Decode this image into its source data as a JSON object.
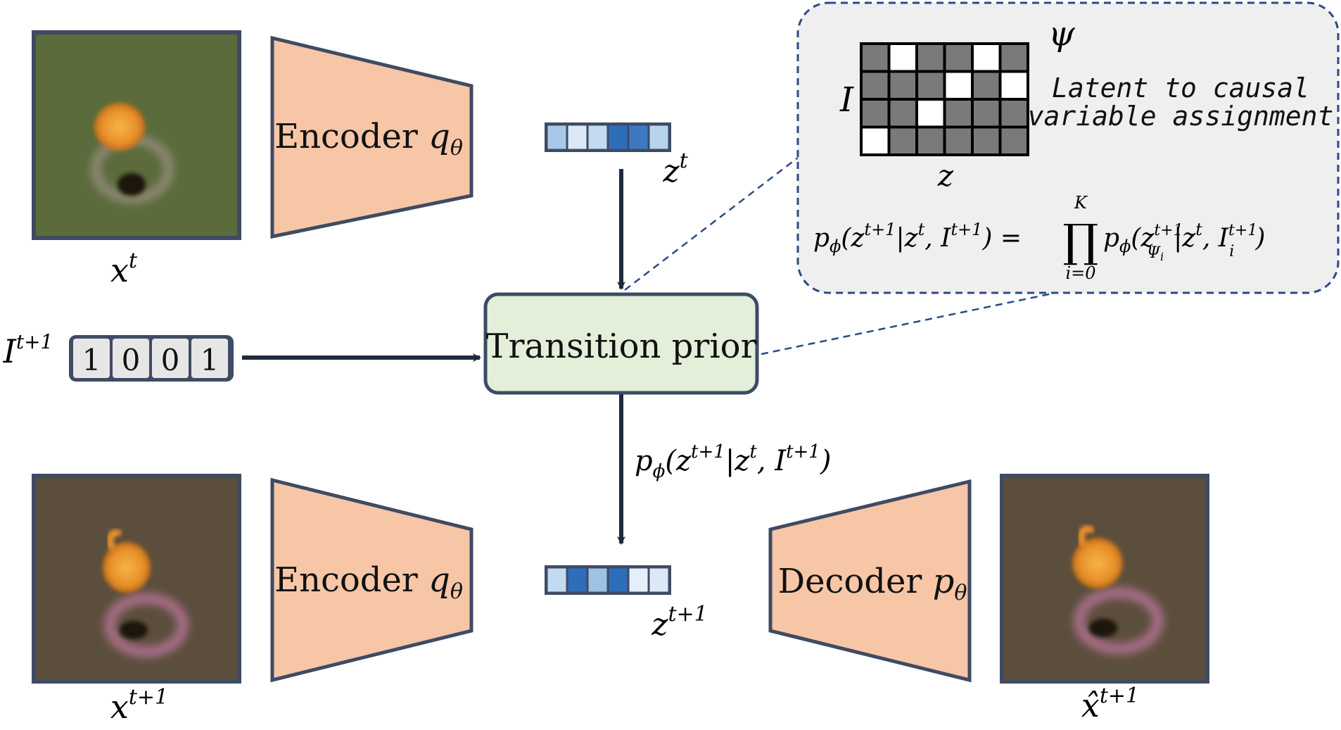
{
  "diagram": {
    "colors": {
      "frame": "#3f4b63",
      "encoder_fill": "#f6c6a6",
      "transition_fill": "#e3efd9",
      "inset_fill": "#efefef",
      "inset_border": "#2b4a86",
      "grid_cell": "#7a7a7a",
      "grid_white": "#ffffff",
      "arrow": "#1f2a3c",
      "img_green": "#5b6b3c",
      "img_brown": "#5c4e3c",
      "orange": "#f2a23a",
      "pink_ring": "#c87ca9"
    },
    "labels": {
      "x_t": "x",
      "x_t_sup": "t",
      "x_t1": "x",
      "x_t1_sup": "t+1",
      "xhat_t1": "x̂",
      "xhat_t1_sup": "t+1",
      "encoder_top": "Encoder",
      "encoder_top_sym": "q",
      "encoder_top_sub": "θ",
      "encoder_bottom": "Encoder",
      "encoder_bottom_sym": "q",
      "encoder_bottom_sub": "θ",
      "decoder": "Decoder",
      "decoder_sym": "p",
      "decoder_sub": "θ",
      "z_t": "z",
      "z_t_sup": "t",
      "z_t1": "z",
      "z_t1_sup": "t+1",
      "I_t1": "I",
      "I_t1_sup": "t+1",
      "transition_prior": "Transition prior",
      "prior_expr": "pϕ(z^{t+1}|z^t, I^{t+1})",
      "prior_expr_parts": {
        "p": "p",
        "phi": "ϕ",
        "open": "(z",
        "sup1": "t+1",
        "mid": "|z",
        "sup2": "t",
        "comma": ", I",
        "sup3": "t+1",
        "close": ")"
      }
    },
    "intervention_vector": [
      "1",
      "0",
      "0",
      "1"
    ],
    "z_t_cells": [
      "#a8c8e8",
      "#dbe9f6",
      "#c3dbf0",
      "#2e6db8",
      "#3c79c0",
      "#b7d3ee"
    ],
    "z_t1_cells": [
      "#c3dbf0",
      "#2e6db8",
      "#9ec2e6",
      "#2e6db8",
      "#e4eff9",
      "#dbe9f6"
    ],
    "inset": {
      "psi": "ψ",
      "row_axis": "I",
      "col_axis": "z",
      "caption_line1": "Latent to causal",
      "caption_line2": "variable assignment",
      "grid": [
        [
          0,
          1,
          0,
          0,
          1,
          0
        ],
        [
          0,
          0,
          0,
          1,
          0,
          1
        ],
        [
          0,
          0,
          1,
          0,
          0,
          0
        ],
        [
          1,
          0,
          0,
          0,
          0,
          0
        ]
      ],
      "formula": {
        "lhs_p": "p",
        "lhs_phi": "ϕ",
        "lhs_args": "(z",
        "lhs_sup1": "t+1",
        "lhs_bar": "|z",
        "lhs_sup2": "t",
        "lhs_comma": ", I",
        "lhs_sup3": "t+1",
        "lhs_close": ") =",
        "prod": "∏",
        "prod_top": "K",
        "prod_bottom": "i=0",
        "rhs_p": "p",
        "rhs_phi": "ϕ",
        "rhs_open": "(z",
        "rhs_sup": "t+1",
        "rhs_sub": "Ψ",
        "rhs_sub_i": "i",
        "rhs_bar": "|z",
        "rhs_sup2": "t",
        "rhs_comma": ", I",
        "rhs_sup3": "t+1",
        "rhs_sub3": "i",
        "rhs_close": ")"
      }
    }
  }
}
